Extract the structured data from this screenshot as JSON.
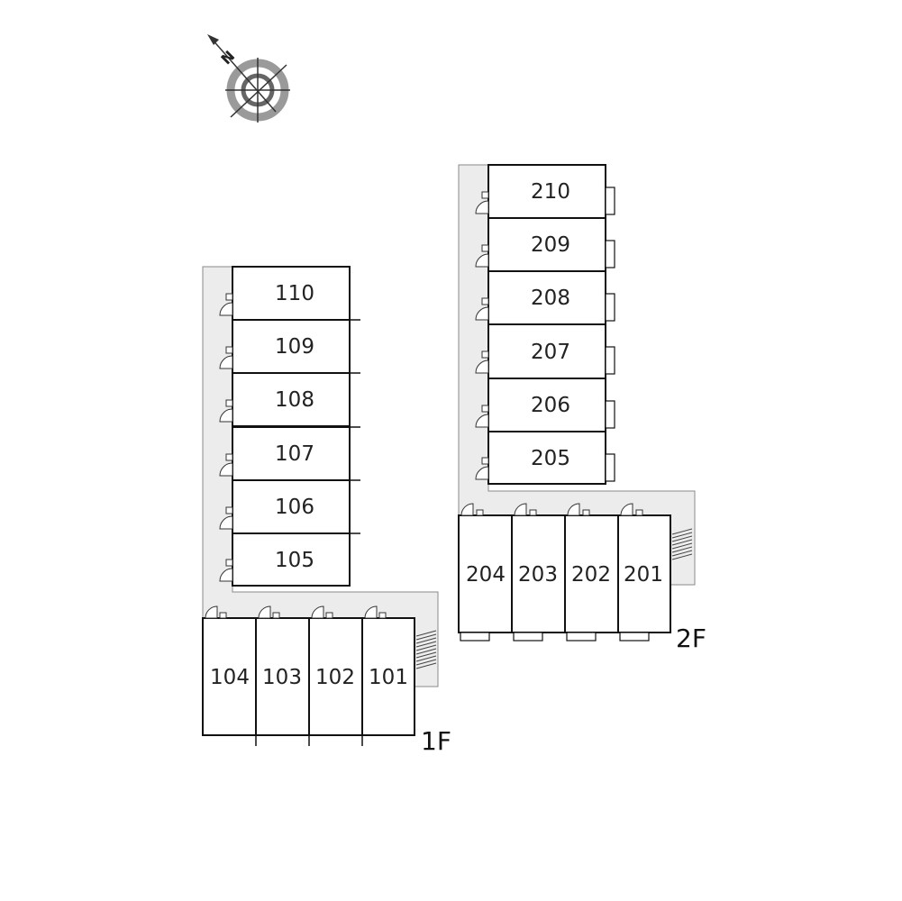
{
  "compass": {
    "label": "N",
    "icon": "north-compass-icon"
  },
  "colors": {
    "corridor": "#ececec",
    "wall": "#111111",
    "text": "#222222"
  },
  "floors": [
    {
      "label": "1F",
      "column_rooms": [
        "110",
        "109",
        "108",
        "107",
        "106",
        "105"
      ],
      "row_rooms": [
        "104",
        "103",
        "102",
        "101"
      ]
    },
    {
      "label": "2F",
      "column_rooms": [
        "210",
        "209",
        "208",
        "207",
        "206",
        "205"
      ],
      "row_rooms": [
        "204",
        "203",
        "202",
        "201"
      ]
    }
  ]
}
